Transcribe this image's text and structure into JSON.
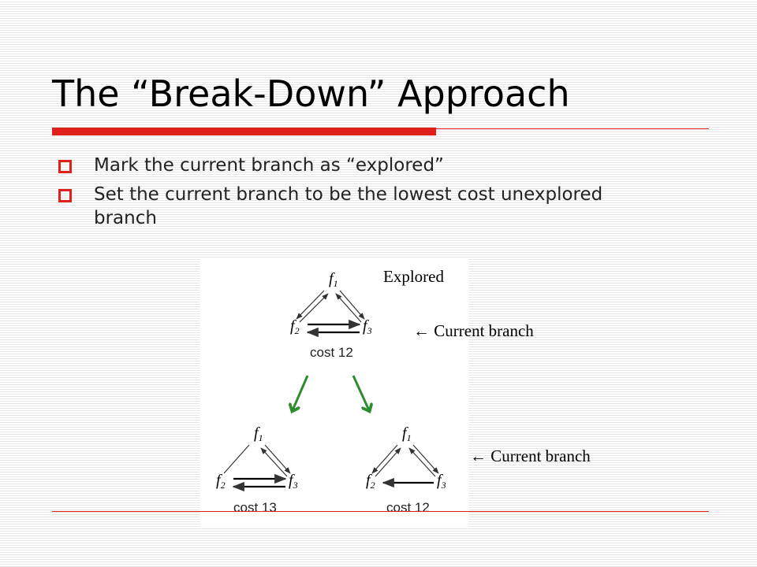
{
  "slide": {
    "title": "The “Break-Down” Approach",
    "bullets": [
      "Mark the current branch as “explored”",
      "Set the current branch to be the lowest cost unexplored branch"
    ]
  },
  "figure": {
    "nodes": {
      "f1": "f",
      "f2": "f",
      "f3": "f",
      "sub1": "1",
      "sub2": "2",
      "sub3": "3"
    },
    "top_cost": "cost 12",
    "left_cost": "cost 13",
    "right_cost": "cost 12",
    "labels": {
      "explored": "Explored",
      "current_top": "← Current branch",
      "current_bottom": "← Current branch"
    }
  },
  "colors": {
    "accent": "#e0201b",
    "branch_arrow": "#2e8b2e"
  }
}
